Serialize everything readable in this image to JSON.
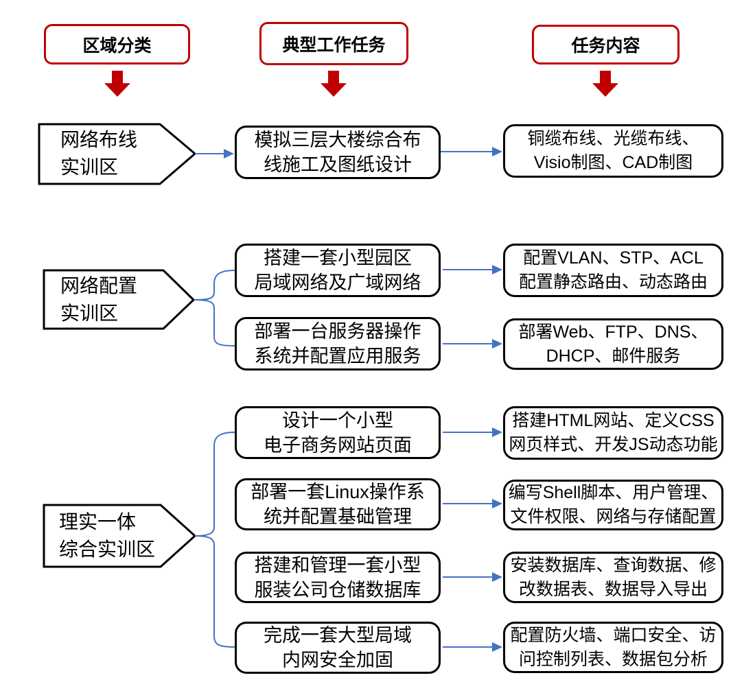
{
  "headers": [
    {
      "label": "区域分类"
    },
    {
      "label": "典型工作任务"
    },
    {
      "label": "任务内容"
    }
  ],
  "colors": {
    "header_border_red": "#C00000",
    "down_arrow_red": "#C00000",
    "connector_blue": "#4472C4",
    "box_border_black": "#000000"
  },
  "groups": [
    {
      "area": {
        "line1": "网络布线",
        "line2": "实训区"
      },
      "rows": [
        {
          "task": {
            "line1": "模拟三层大楼综合布",
            "line2": "线施工及图纸设计"
          },
          "content": {
            "line1": "铜缆布线、光缆布线、",
            "line2": "Visio制图、CAD制图"
          }
        }
      ]
    },
    {
      "area": {
        "line1": "网络配置",
        "line2": "实训区"
      },
      "rows": [
        {
          "task": {
            "line1": "搭建一套小型园区",
            "line2": "局域网络及广域网络"
          },
          "content": {
            "line1": "配置VLAN、STP、ACL",
            "line2": "配置静态路由、动态路由"
          }
        },
        {
          "task": {
            "line1": "部署一台服务器操作",
            "line2": "系统并配置应用服务"
          },
          "content": {
            "line1": "部署Web、FTP、DNS、",
            "line2": "DHCP、邮件服务"
          }
        }
      ]
    },
    {
      "area": {
        "line1": "理实一体",
        "line2": "综合实训区"
      },
      "rows": [
        {
          "task": {
            "line1": "设计一个小型",
            "line2": "电子商务网站页面"
          },
          "content": {
            "line1": "搭建HTML网站、定义CSS",
            "line2": "网页样式、开发JS动态功能"
          }
        },
        {
          "task": {
            "line1": "部署一套Linux操作系",
            "line2": "统并配置基础管理"
          },
          "content": {
            "line1": "编写Shell脚本、用户管理、",
            "line2": "文件权限、网络与存储配置"
          }
        },
        {
          "task": {
            "line1": "搭建和管理一套小型",
            "line2": "服装公司仓储数据库"
          },
          "content": {
            "line1": "安装数据库、查询数据、修",
            "line2": "改数据表、数据导入导出"
          }
        },
        {
          "task": {
            "line1": "完成一套大型局域",
            "line2": "内网安全加固"
          },
          "content": {
            "line1": "配置防火墙、端口安全、访",
            "line2": "问控制列表、数据包分析"
          }
        }
      ]
    }
  ]
}
